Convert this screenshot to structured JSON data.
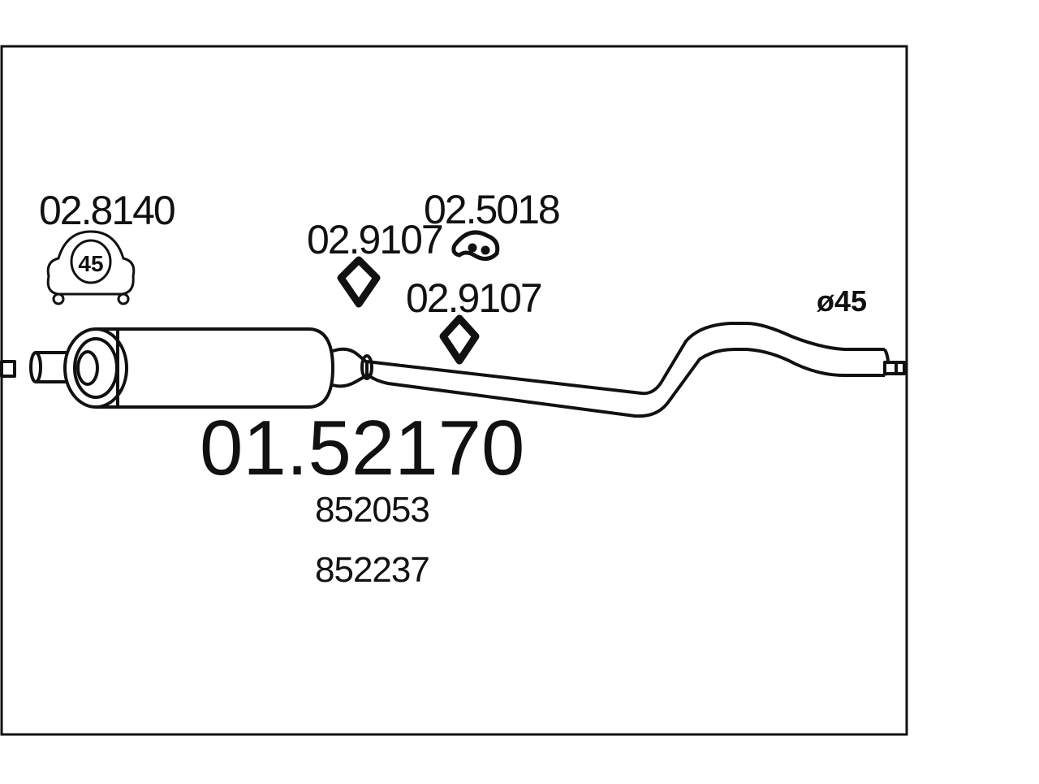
{
  "diagram": {
    "main_part_number": "01.52170",
    "alternate_numbers": [
      "852053",
      "852237"
    ],
    "pipe_diameter_label": "ø45",
    "components": [
      {
        "part_number": "02.8140",
        "kind": "clamp",
        "inner_label": "45"
      },
      {
        "part_number": "02.9107",
        "kind": "gasket"
      },
      {
        "part_number": "02.5018",
        "kind": "hanger"
      },
      {
        "part_number": "02.9107",
        "kind": "gasket"
      }
    ]
  }
}
